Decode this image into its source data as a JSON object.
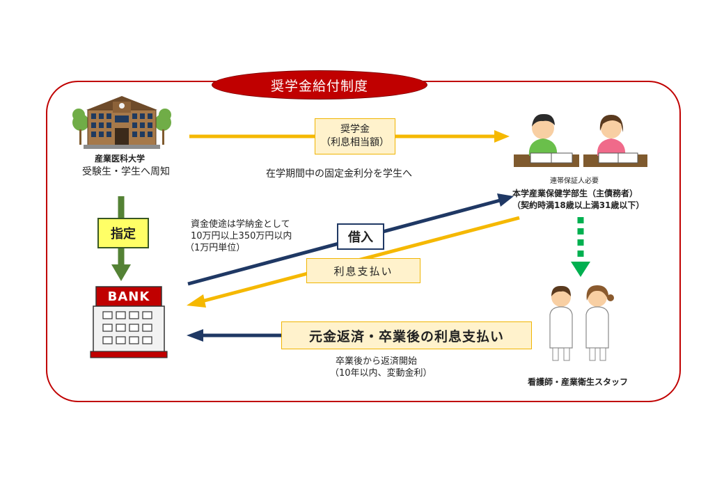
{
  "title": "奨学金給付制度",
  "university": {
    "name": "産業医科大学",
    "note": "受験生・学生へ周知"
  },
  "scholarship": {
    "label_line1": "奨学金",
    "label_line2": "（利息相当額）",
    "caption": "在学期間中の固定金利分を学生へ"
  },
  "students": {
    "guarantor_note": "連帯保証人必要",
    "role_line1": "本学産業保健学部生（主債務者）",
    "role_line2": "（契約時満18歳以上満31歳以下）"
  },
  "designate": {
    "label": "指定"
  },
  "bank": {
    "sign": "BANK"
  },
  "loan": {
    "usage_line1": "資金使途は学納金として",
    "usage_line2": "10万円以上350万円以内",
    "usage_line3": "（1万円単位）",
    "borrow_label": "借入",
    "interest_label": "利息支払い"
  },
  "repayment": {
    "label": "元金返済・卒業後の利息支払い",
    "note_line1": "卒業後から返済開始",
    "note_line2": "（10年以内、変動金利）"
  },
  "staff": {
    "label": "看護師・産業衛生スタッフ"
  },
  "colors": {
    "frame": "#c00000",
    "yellow_arrow": "#f5b800",
    "navy_arrow": "#1f3864",
    "green_arrow": "#548235",
    "dotted_green": "#00b050"
  }
}
